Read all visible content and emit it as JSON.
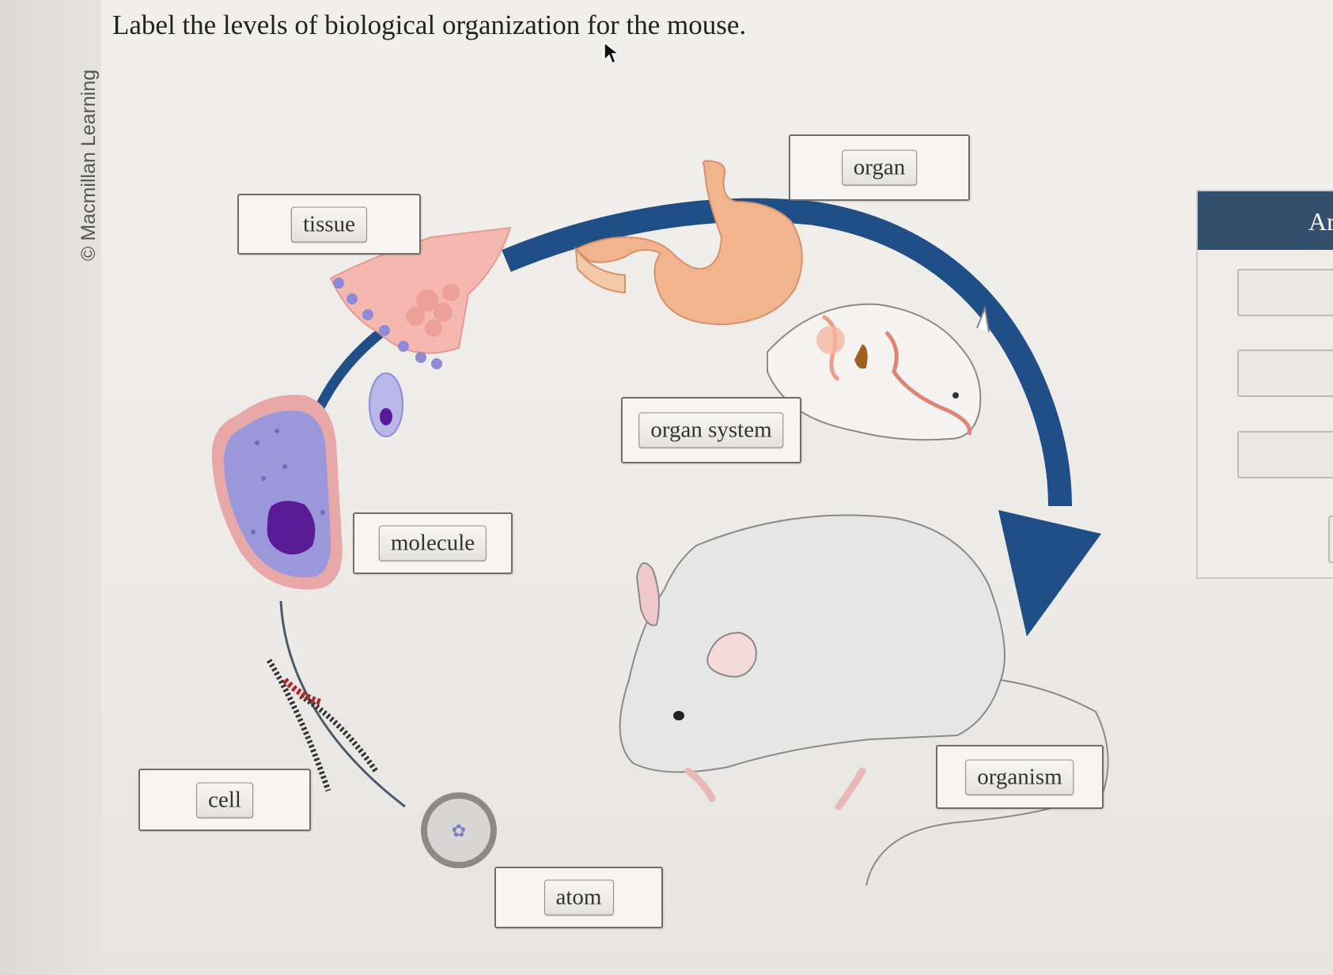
{
  "sidebar": {
    "copyright": "© Macmillan Learning"
  },
  "question": {
    "prompt": "Label the levels of biological organization for the mouse."
  },
  "labels": {
    "organ": "organ",
    "tissue": "tissue",
    "organ_system": "organ system",
    "molecule": "molecule",
    "cell": "cell",
    "organism": "organism",
    "atom": "atom"
  },
  "answer_panel": {
    "header": "Ar"
  },
  "colors": {
    "arrow": "#1f4f86",
    "panel_header": "#34506e",
    "cell_body": "#9a98db",
    "cell_membrane": "#e9a8a8",
    "nucleus": "#5a1c96",
    "stomach": "#f2b38f",
    "tissue": "#f4b8b0",
    "mouse": "#e6e6e6"
  },
  "icons": [
    "pointer-cursor-icon"
  ]
}
